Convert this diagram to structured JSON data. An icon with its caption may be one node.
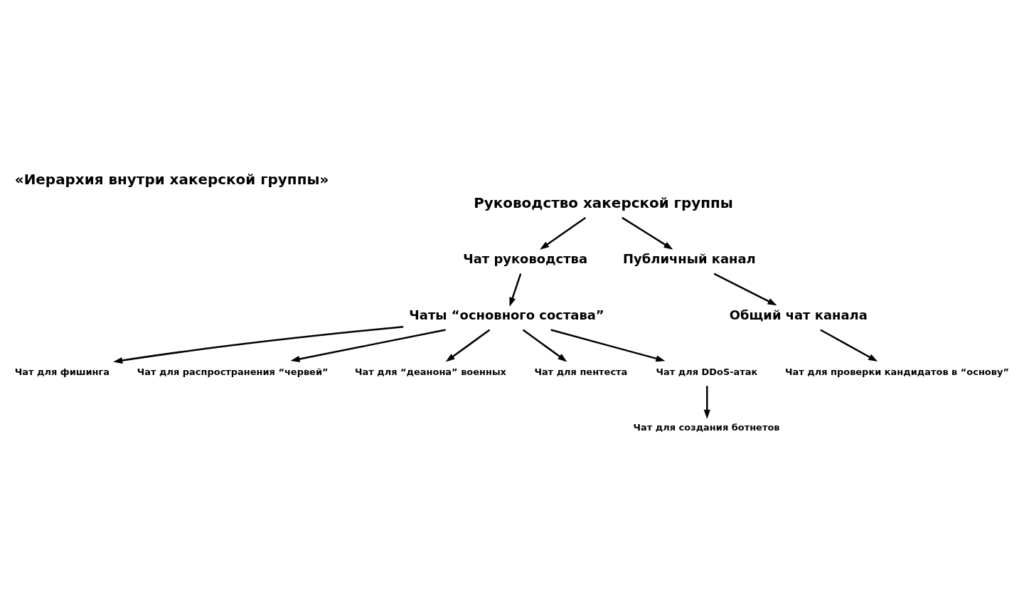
{
  "diagram": {
    "title": "«Иерархия внутри хакерской группы»",
    "nodes": [
      {
        "text": [
          "Руководство хакерской группы"
        ]
      },
      {
        "text": [
          "Чат руководства"
        ]
      },
      {
        "text": [
          "Публичный канал"
        ]
      },
      {
        "text": [
          "Чаты “основного состава”"
        ]
      },
      {
        "text": [
          "Общий чат канала"
        ]
      },
      {
        "text": [
          "Чат для проверки кандидатов в “основу”"
        ]
      },
      {
        "text": [
          "Чат для фишинга"
        ]
      },
      {
        "text": [
          "Чат для распространения “червей”"
        ]
      },
      {
        "text": [
          "Чат для “деанона” военных"
        ]
      },
      {
        "text": [
          "Чат для пентеста"
        ]
      },
      {
        "text": [
          "Чат для DDoS-атак"
        ]
      },
      {
        "text": [
          "Чат для создания ботнетов"
        ]
      }
    ],
    "edges": [
      {
        "from": 0,
        "to": 1,
        "arrow": "to"
      },
      {
        "from": 0,
        "to": 2,
        "arrow": "to"
      },
      {
        "from": 1,
        "to": 3,
        "arrow": "to"
      },
      {
        "from": 2,
        "to": 4,
        "arrow": "to"
      },
      {
        "from": 4,
        "to": 5,
        "arrow": "to"
      },
      {
        "from": 3,
        "to": 6,
        "arrow": "to"
      },
      {
        "from": 3,
        "to": 7,
        "arrow": "to"
      },
      {
        "from": 3,
        "to": 8,
        "arrow": "to"
      },
      {
        "from": 3,
        "to": 9,
        "arrow": "to"
      },
      {
        "from": 3,
        "to": 10,
        "arrow": "to"
      },
      {
        "from": 10,
        "to": 11,
        "arrow": "to"
      }
    ]
  }
}
